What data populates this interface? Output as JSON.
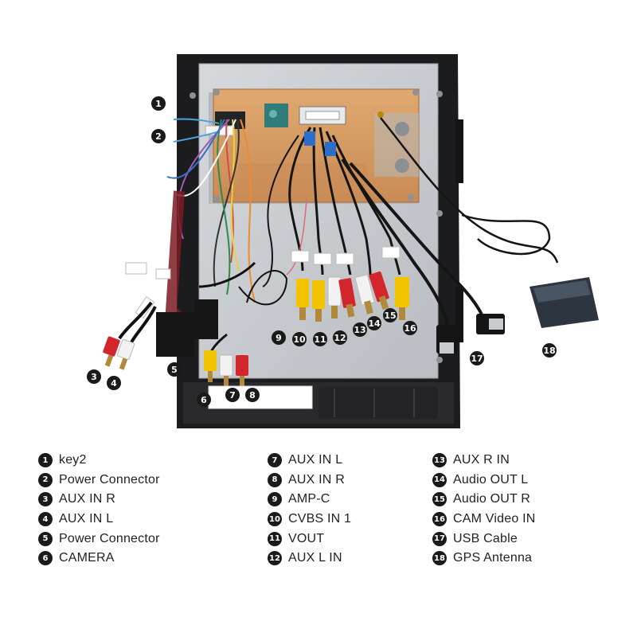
{
  "callouts": [
    {
      "num": "1",
      "label": "key2"
    },
    {
      "num": "2",
      "label": "Power Connector"
    },
    {
      "num": "3",
      "label": "AUX IN R"
    },
    {
      "num": "4",
      "label": "AUX IN L"
    },
    {
      "num": "5",
      "label": "Power Connector"
    },
    {
      "num": "6",
      "label": "CAMERA"
    },
    {
      "num": "7",
      "label": "AUX IN L"
    },
    {
      "num": "8",
      "label": "AUX IN R"
    },
    {
      "num": "9",
      "label": "AMP-C"
    },
    {
      "num": "10",
      "label": "CVBS IN 1"
    },
    {
      "num": "11",
      "label": "VOUT"
    },
    {
      "num": "12",
      "label": "AUX L IN"
    },
    {
      "num": "13",
      "label": "AUX R IN"
    },
    {
      "num": "14",
      "label": "Audio OUT L"
    },
    {
      "num": "15",
      "label": "Audio OUT R"
    },
    {
      "num": "16",
      "label": "CAM Video IN"
    },
    {
      "num": "17",
      "label": "USB Cable"
    },
    {
      "num": "18",
      "label": "GPS Antenna"
    }
  ],
  "colors": {
    "frame": "#1c1c1e",
    "metal": "#c9cdd0",
    "board": "#d79a63",
    "badge": "#1a1a1a",
    "rca_red": "#d2262c",
    "rca_yellow": "#f2c400",
    "rca_white": "#f2f2f2"
  }
}
